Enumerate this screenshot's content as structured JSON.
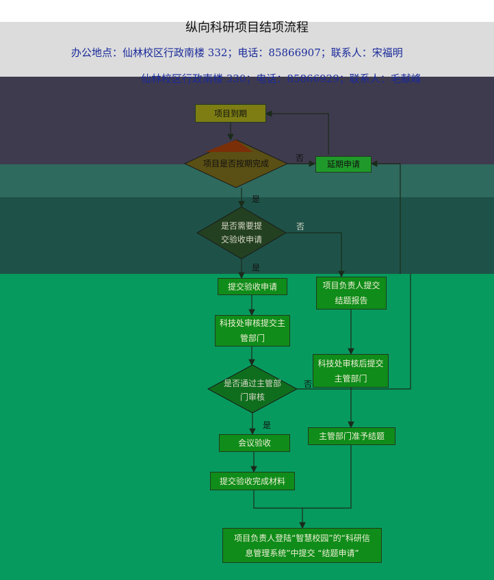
{
  "title": "纵向科研项目结项流程",
  "office": {
    "line1": "办公地点：仙林校区行政南楼 332；电话：85866907；联系人：宋福明",
    "line2": "仙林校区行政南楼 330；电话：85866929；联系人：毛献峰"
  },
  "nodes": {
    "project_due": "项目到期",
    "decision_on_time": "项目是否按期完成",
    "extension_request": "延期申请",
    "decision_need_acceptance": "是否需要提交验收申请",
    "submit_acceptance": "提交验收申请",
    "pi_submit_report": "项目负责人提交结题报告",
    "review_submit_dept": "科技处审核提交主管部门",
    "review_then_submit_dept": "科技处审核后提交主管部门",
    "decision_pass_review": "是否通过主管部门审核",
    "meeting_acceptance": "会议验收",
    "dept_approve_closure": "主管部门准予结题",
    "submit_materials": "提交验收完成材料",
    "final_step": "项目负责人登陆“智慧校园”的“科研信息管理系统”中提交 “结题申请”"
  },
  "edge_labels": {
    "no_1": "否",
    "yes_1": "是",
    "no_2": "否",
    "yes_2": "是",
    "no_3": "否",
    "yes_3": "是"
  },
  "colors": {
    "band_dark": "#3f3b4e",
    "band_teal": "#1e5a4e",
    "band_green": "#079a5e",
    "box_olive": "#7d7d14",
    "box_green": "#0f8c19",
    "decision_red": "#7a2f08",
    "decision_olive": "#5a4f14",
    "decision_dark": "#234020",
    "decision_green": "#0f6e1d"
  }
}
